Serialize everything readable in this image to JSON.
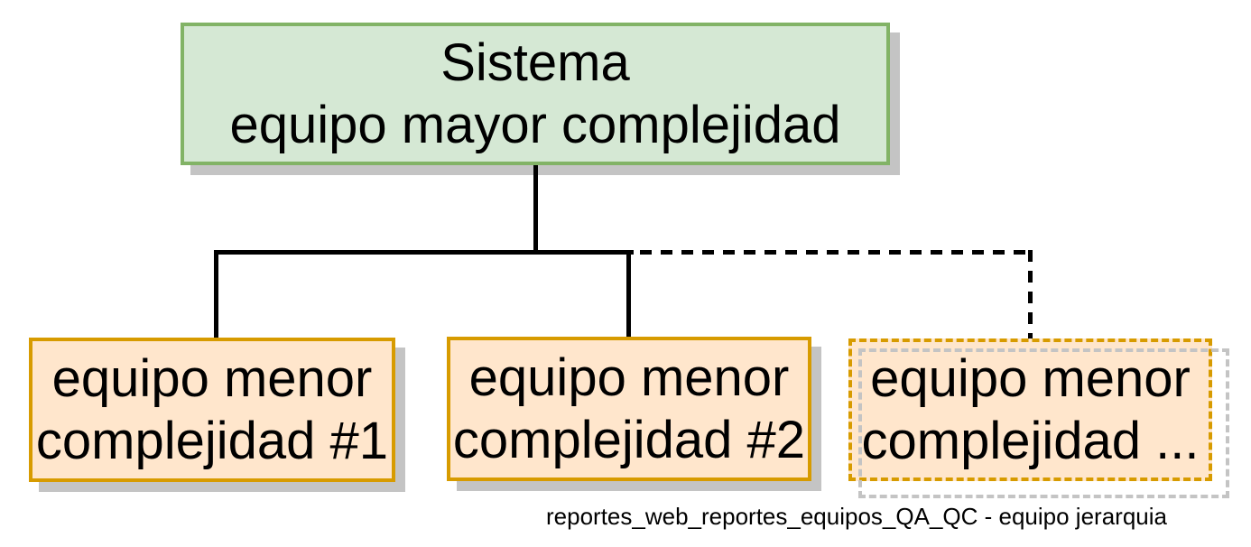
{
  "diagram": {
    "title_node": {
      "lines": [
        "Sistema",
        "equipo mayor complejidad"
      ]
    },
    "child_nodes": [
      {
        "lines": [
          "equipo menor",
          "complejidad #1"
        ],
        "border_style": "solid"
      },
      {
        "lines": [
          "equipo menor",
          "complejidad #2"
        ],
        "border_style": "solid"
      },
      {
        "lines": [
          "equipo menor",
          "complejidad ..."
        ],
        "border_style": "dashed"
      }
    ],
    "caption": "reportes_web_reportes_equipos_QA_QC - equipo jerarquia",
    "colors": {
      "root_fill": "#d5e8d4",
      "root_border": "#82b366",
      "child_fill": "#ffe6cc",
      "child_border": "#d79b00",
      "connector": "#000000",
      "shadow": "#c4c4c4",
      "text": "#000000",
      "background": "#ffffff"
    }
  }
}
